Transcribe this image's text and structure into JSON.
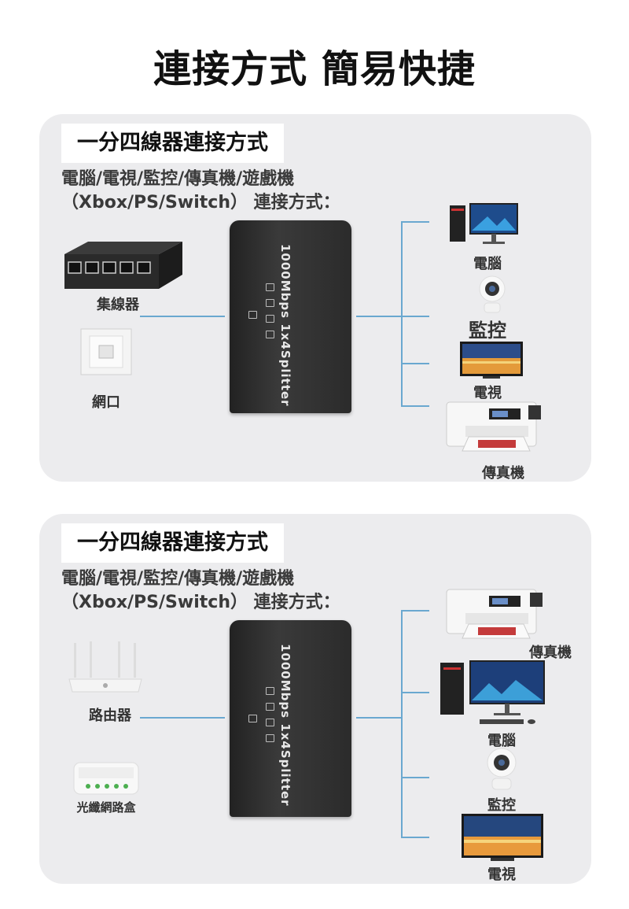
{
  "page_title": "連接方式 簡易快捷",
  "panels": [
    {
      "heading": "一分四線器連接方式",
      "description": "電腦/電視/監控/傳真機/遊戲機（Xbox/PS/Switch） 連接方式：",
      "splitter_label": "1000Mbps 1x4Splitter",
      "inputs": [
        {
          "label": "集線器",
          "icon": "network-switch-icon"
        },
        {
          "label": "網口",
          "icon": "ethernet-wall-port-icon"
        }
      ],
      "outputs": [
        {
          "label": "電腦",
          "icon": "desktop-computer-icon"
        },
        {
          "label": "監控",
          "icon": "security-camera-icon"
        },
        {
          "label": "電視",
          "icon": "television-icon"
        },
        {
          "label": "傳真機",
          "icon": "printer-icon"
        }
      ]
    },
    {
      "heading": "一分四線器連接方式",
      "description": "電腦/電視/監控/傳真機/遊戲機（Xbox/PS/Switch） 連接方式：",
      "splitter_label": "1000Mbps 1x4Splitter",
      "inputs": [
        {
          "label": "路由器",
          "icon": "wifi-router-icon"
        },
        {
          "label": "光纖網路盒",
          "icon": "fiber-modem-icon"
        }
      ],
      "outputs": [
        {
          "label": "傳真機",
          "icon": "printer-icon"
        },
        {
          "label": "電腦",
          "icon": "desktop-computer-icon"
        },
        {
          "label": "監控",
          "icon": "security-camera-icon"
        },
        {
          "label": "電視",
          "icon": "television-icon"
        }
      ]
    }
  ],
  "colors": {
    "panel_background": "#ececee",
    "connector_line": "#6aa8d0",
    "splitter_body": "#2b2b2b"
  }
}
